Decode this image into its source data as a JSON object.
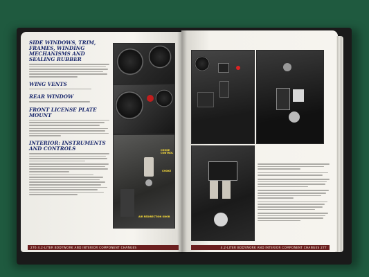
{
  "left_page": {
    "headings": [
      "SIDE WINDOWS, TRIM, FRAMES, WINDING MECHANISMS AND SEALING RUBBER",
      "WING VENTS",
      "REAR WINDOW",
      "FRONT LICENSE PLATE MOUNT",
      "INTERIOR: INSTRUMENTS AND CONTROLS"
    ],
    "footer": "276    4.2-LITER BODYWORK AND INTERIOR COMPONENT CHANGES"
  },
  "right_page": {
    "footer": "4.2-LITER BODYWORK AND INTERIOR COMPONENT CHANGES    277"
  },
  "photo_labels": {
    "label_a": "CHOKE CONTROL",
    "label_b": "AIR REDIRECTION KNOB",
    "label_c": "CHOKE"
  },
  "colors": {
    "background": "#1f5a3f",
    "heading": "#1c2a6e",
    "footer_bar": "#6b1f1f",
    "label": "#ffe23a"
  }
}
